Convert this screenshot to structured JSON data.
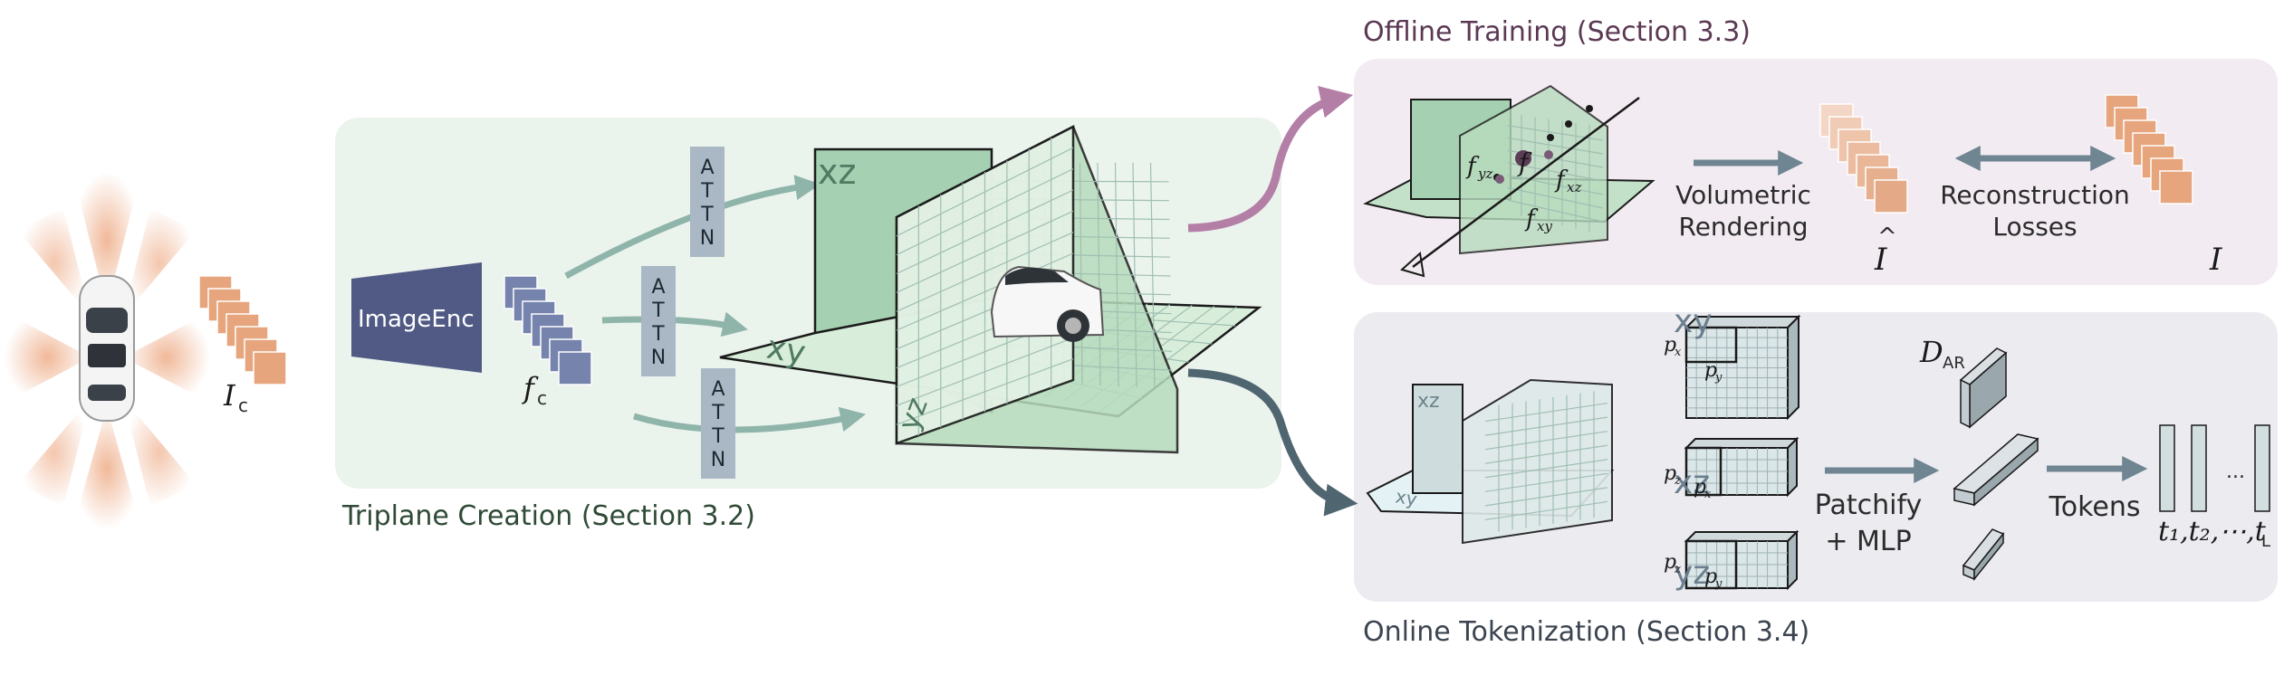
{
  "sections": {
    "offline_training": "Offline Training (Section 3.3)",
    "triplane_creation": "Triplane Creation (Section 3.2)",
    "online_tokenization": "Online Tokenization (Section 3.4)"
  },
  "labels": {
    "image_enc": "ImageEnc",
    "attn": "ATTN",
    "volumetric": "Volumetric",
    "rendering": "Rendering",
    "reconstruction": "Reconstruction",
    "losses": "Losses",
    "patchify": "Patchify",
    "plus_mlp": "+ MLP",
    "tokens": "Tokens",
    "ellipsis": "..."
  },
  "math": {
    "i_c": "I",
    "i_c_sub": "c",
    "f_c": "f",
    "f_c_sub": "c",
    "i_hat": "I",
    "i": "I",
    "f": "f",
    "f_yz": "f",
    "yz_sub": "yz",
    "f_xz": "f",
    "xz_sub": "xz",
    "f_xy": "f",
    "xy_sub": "xy",
    "d_ar": "D",
    "ar_sub": "AR",
    "tokens_seq": "t₁,t₂,⋯,t",
    "tokens_last_sub": "L",
    "p_x": "p",
    "p_y": "p",
    "p_z": "p",
    "x_sub": "x",
    "y_sub": "y",
    "z_sub": "z"
  },
  "planes": {
    "xz": "xz",
    "xy": "xy",
    "yz": "yz"
  },
  "colors": {
    "peach": "#e6a57c",
    "triplane_bg": "#ebf3ed",
    "offline_bg": "#f2ebf1",
    "online_bg": "#ebebf0",
    "encoder": "#505a84",
    "feature": "#7583ad",
    "attn_box": "#a9b8c4",
    "arrow_teal": "#8fb5ab",
    "arrow_gray": "#6f8591",
    "arrow_pink": "#b37fa6",
    "plane_green": "#a6d0b2"
  }
}
